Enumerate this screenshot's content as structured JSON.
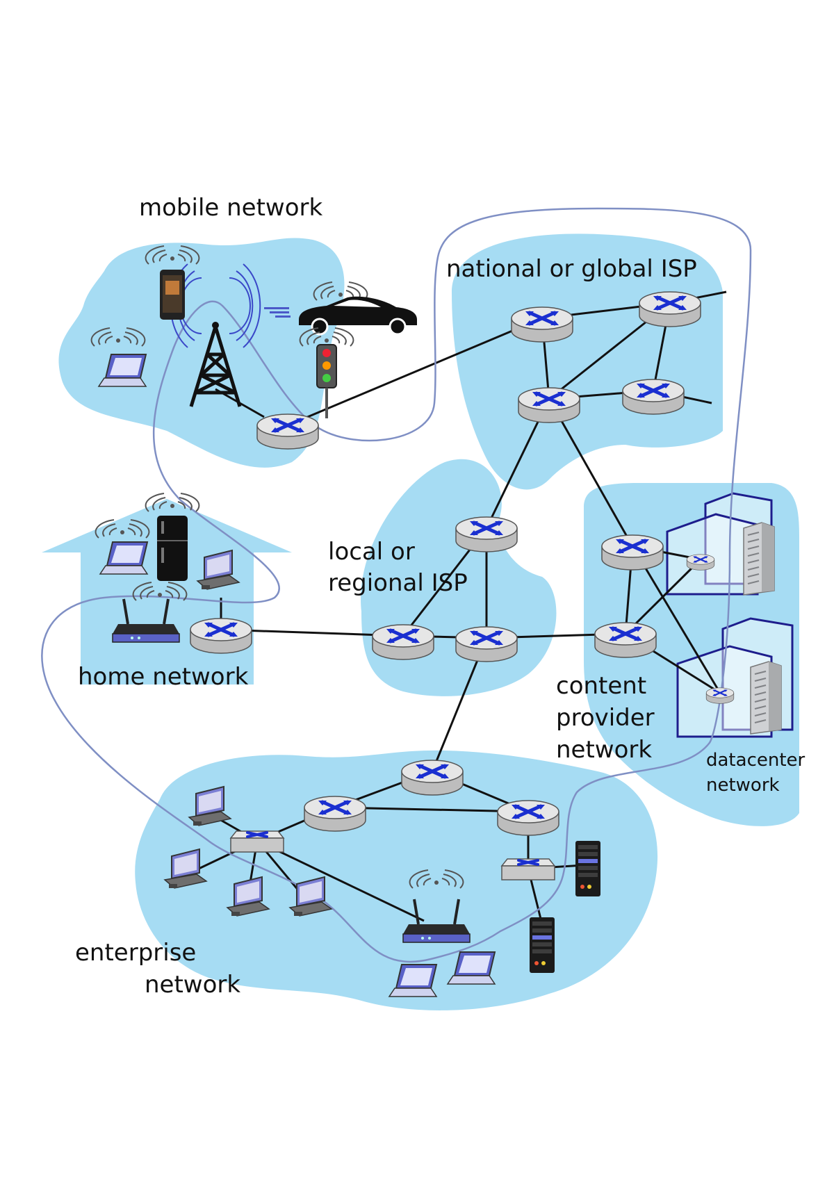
{
  "labels": {
    "mobile_network": "mobile network",
    "national_isp": "national or global ISP",
    "local_isp_line1": "local or",
    "local_isp_line2": "regional ISP",
    "home_network": "home network",
    "content_provider_line1": "content",
    "content_provider_line2": "provider",
    "content_provider_line3": "network",
    "datacenter_line1": "datacenter",
    "datacenter_line2": "network",
    "enterprise_line1": "enterprise",
    "enterprise_line2": "network"
  },
  "colors": {
    "region_fill": "#a6dcf3",
    "router_top": "#e6e6e6",
    "router_x": "#1a2fd0",
    "link": "#111111",
    "path": "#7f8fc4",
    "building": "#1d1d8c"
  },
  "icons": [
    "router-icon",
    "switch-icon",
    "cell-tower-icon",
    "smartphone-icon",
    "laptop-icon",
    "car-icon",
    "traffic-light-icon",
    "refrigerator-icon",
    "desktop-computer-icon",
    "wifi-router-icon",
    "server-rack-icon",
    "datacenter-building-icon",
    "house-icon"
  ]
}
